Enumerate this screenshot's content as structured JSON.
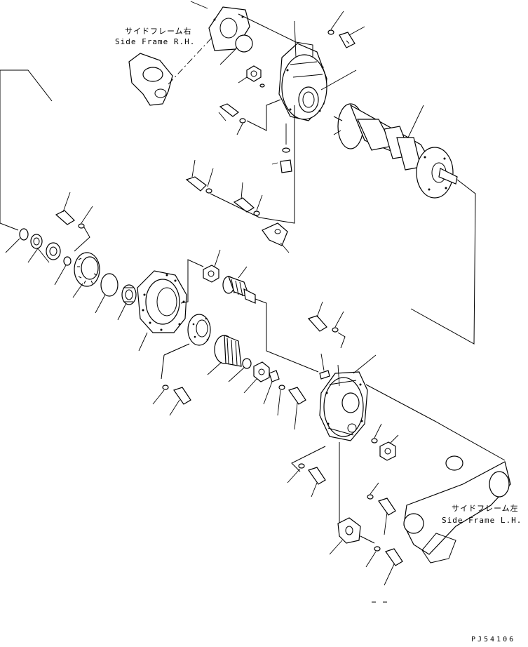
{
  "labels": {
    "rh_jp": "サイドフレーム右",
    "rh_en": "Side Frame R.H.",
    "lh_jp": "サイドフレーム左",
    "lh_en": "Side Frame L.H.",
    "code": "PJ54106"
  },
  "icons": {
    "bolt": "bolt-icon",
    "washer": "washer-icon",
    "nut": "nut-icon",
    "bearing": "bearing-icon",
    "gear": "gear-icon",
    "cover": "cover-plate-icon",
    "shaft": "shaft-icon",
    "bracket": "bracket-icon",
    "plug": "plug-icon",
    "pin": "pin-icon",
    "oring": "o-ring-icon"
  },
  "colors": {
    "ink": "#000000",
    "paper": "#ffffff"
  }
}
